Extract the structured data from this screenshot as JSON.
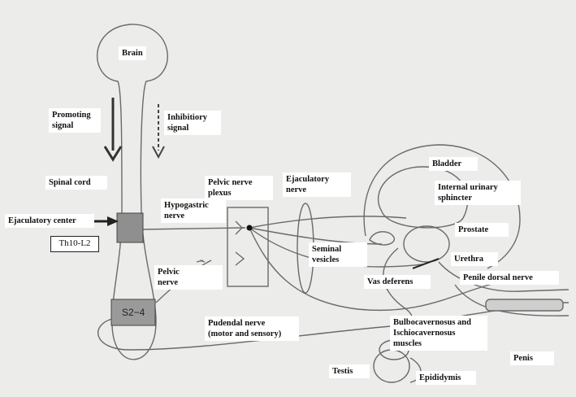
{
  "labels": {
    "brain": "Brain",
    "promoting_signal": "Promoting\nsignal",
    "inhibitory_signal": "Inhibitiory\nsignal",
    "spinal_cord": "Spinal cord",
    "ejaculatory_center": "Ejaculatory center",
    "th10_l2": "Th10-L2",
    "s2_4": "S2−4",
    "hypogastric_nerve": "Hypogastric\nnerve",
    "pelvic_nerve_plexus": "Pelvic nerve\nplexus",
    "ejaculatory_nerve": "Ejaculatory\nnerve",
    "bladder": "Bladder",
    "internal_urinary_sphincter": "Internal urinary\nsphincter",
    "prostate": "Prostate",
    "seminal_vesicles": "Seminal\nvesicles",
    "urethra": "Urethra",
    "vas_deferens": "Vas deferens",
    "penile_dorsal_nerve": "Penile dorsal nerve",
    "pelvic_nerve": "Pelvic\nnerve",
    "pudendal_nerve": "Pudendal nerve\n(motor and sensory)",
    "bulbo_ischio": "Bulbocavernosus and\nIschiocavernosus\nmuscles",
    "testis": "Testis",
    "epididymis": "Epididymis",
    "penis": "Penis"
  },
  "colors": {
    "background": "#ececea",
    "line": "#6a6a6a",
    "dark_arrow": "#333333",
    "segment_fill": "#8f8f8f",
    "label_bg": "#ffffff"
  }
}
